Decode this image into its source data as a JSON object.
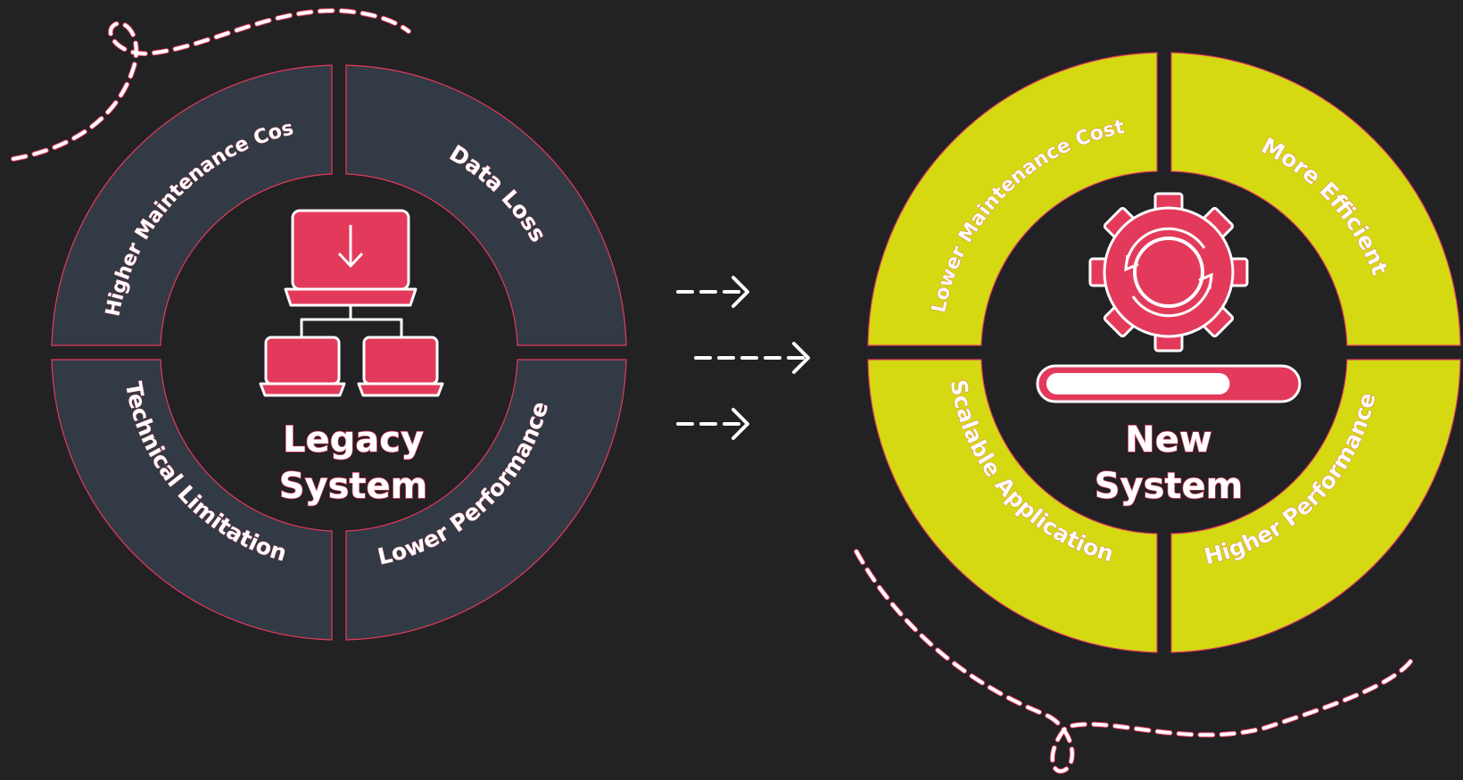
{
  "legacy": {
    "title_line1": "Legacy",
    "title_line2": "System",
    "segments": [
      "Higher Maintenance Cost",
      "Data Loss",
      "Technical Limitation",
      "Lower Performance"
    ]
  },
  "new_system": {
    "title_line1": "New",
    "title_line2": "System",
    "segments": [
      "Lower Maintenance Cost",
      "More Efficient",
      "Scalable Application",
      "Higher Performance"
    ],
    "progress": 0.75
  },
  "colors": {
    "background": "#222124",
    "legacy_ring": "#323a45",
    "new_ring": "#d4d912",
    "accent": "#e33a5b",
    "text": "#ffffff"
  },
  "icons": {
    "legacy_center": "network-laptops-icon",
    "new_center": "gear-sync-icon",
    "arrows": "dashed-arrow-icon"
  }
}
